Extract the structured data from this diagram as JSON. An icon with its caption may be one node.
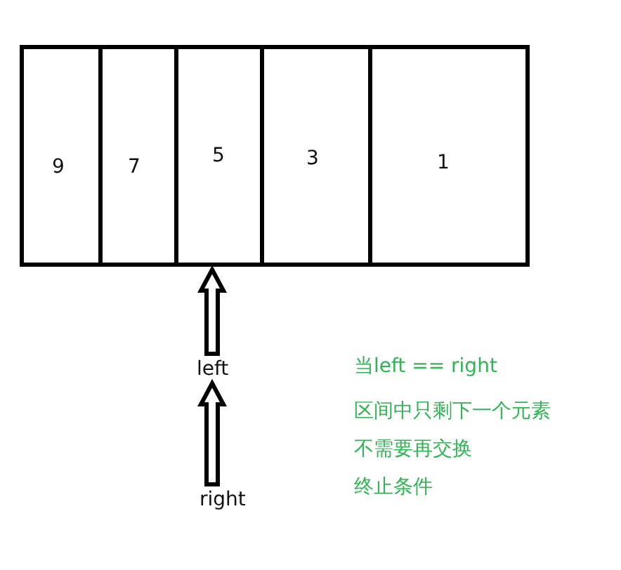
{
  "diagram": {
    "nodes": [
      {
        "text": [
          "9"
        ]
      },
      {
        "text": [
          "7"
        ]
      },
      {
        "text": [
          "5"
        ]
      },
      {
        "text": [
          "3"
        ]
      },
      {
        "text": [
          "1"
        ]
      },
      {
        "text": [
          "left"
        ]
      },
      {
        "text": [
          "right"
        ]
      }
    ],
    "edges": [
      {
        "from": 5,
        "to": 2,
        "arrow": "to"
      },
      {
        "from": 6,
        "to": 5,
        "arrow": "to"
      }
    ],
    "labels": [
      "当left == right",
      "区间中只剩下一个元素",
      "不需要再交换",
      "终止条件"
    ]
  }
}
